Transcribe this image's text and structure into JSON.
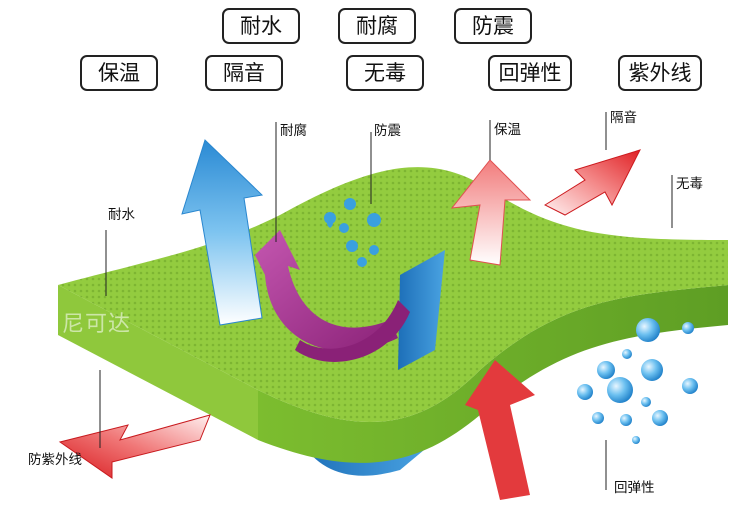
{
  "top_labels": {
    "row1": [
      "耐水",
      "耐腐",
      "防震"
    ],
    "row2": [
      "保温",
      "隔音",
      "无毒",
      "回弹性",
      "紫外线"
    ]
  },
  "callouts": {
    "water": "耐水",
    "corrosion": "耐腐",
    "shock": "防震",
    "insulation": "保温",
    "sound": "隔音",
    "nontoxic": "无毒",
    "uv": "防紫外线",
    "elastic": "回弹性"
  },
  "watermark": "尼可达",
  "colors": {
    "fabric_top": "#8cc63f",
    "fabric_edge": "#6aa82e",
    "arrow_blue": "#3a9ad9",
    "arrow_red": "#e8262b",
    "arrow_pink": "#f08080",
    "arrow_purple": "#a5318f",
    "bubble": "#4aa6e0"
  }
}
